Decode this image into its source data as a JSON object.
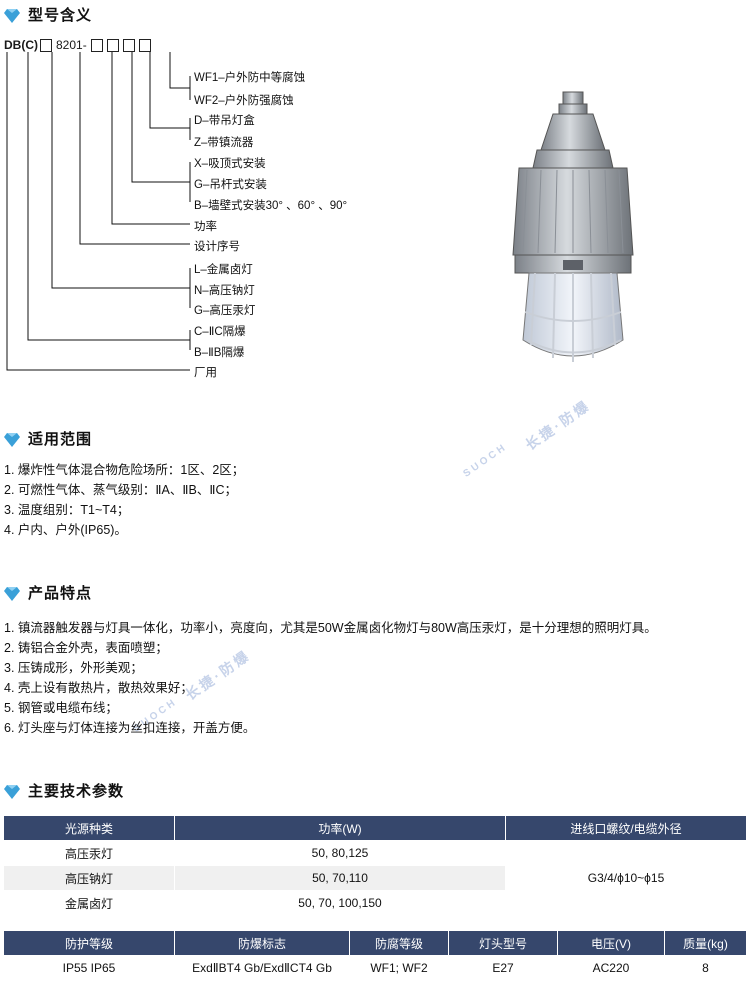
{
  "sections": {
    "model": "型号含义",
    "scope": "适用范围",
    "features": "产品特点",
    "params": "主要技术参数"
  },
  "model_code": {
    "prefix": "DB(C)",
    "series": "8201-"
  },
  "model_tree": [
    "WF1–户外防中等腐蚀",
    "WF2–户外防强腐蚀",
    "D–带吊灯盒",
    "Z–带镇流器",
    "X–吸顶式安装",
    "G–吊杆式安装",
    "B–墙壁式安装30° 、60° 、90°",
    "功率",
    "设计序号",
    "L–金属卤灯",
    "N–高压钠灯",
    "G–高压汞灯",
    "C–ⅡC隔爆",
    "B–ⅡB隔爆",
    "厂用"
  ],
  "scope_items": [
    "1. 爆炸性气体混合物危险场所：1区、2区；",
    "2. 可燃性气体、蒸气级别：ⅡA、ⅡB、ⅡC；",
    "3. 温度组别：T1~T4；",
    "4. 户内、户外(IP65)。"
  ],
  "feature_items": [
    "1. 镇流器触发器与灯具一体化，功率小，亮度向，尤其是50W金属卤化物灯与80W高压汞灯，是十分理想的照明灯具。",
    "2. 铸铝合金外壳，表面喷塑；",
    "3. 压铸成形，外形美观；",
    "4. 壳上设有散热片，散热效果好；",
    "5. 钢管或电缆布线；",
    "6. 灯头座与灯体连接为丝扣连接，开盖方便。"
  ],
  "table1": {
    "headers": [
      "光源种类",
      "功率(W)",
      "进线口螺纹/电缆外径"
    ],
    "rows": [
      [
        "高压汞灯",
        "50, 80,125"
      ],
      [
        "高压钠灯",
        "50, 70,110"
      ],
      [
        "金属卤灯",
        "50, 70, 100,150"
      ]
    ],
    "merged": "G3/4/ϕ10~ϕ15"
  },
  "table2": {
    "headers": [
      "防护等级",
      "防爆标志",
      "防腐等级",
      "灯头型号",
      "电压(V)",
      "质量(kg)"
    ],
    "row": [
      "IP55  IP65",
      "ExdⅡBT4 Gb/ExdⅡCT4 Gb",
      "WF1; WF2",
      "E27",
      "AC220",
      "8"
    ]
  },
  "watermark": {
    "text": "长捷·防爆",
    "brand": "SUOCH"
  },
  "colors": {
    "header_bg": "#36476c",
    "gem": "#3aa0d8",
    "watermark": "#c7d3ea"
  }
}
